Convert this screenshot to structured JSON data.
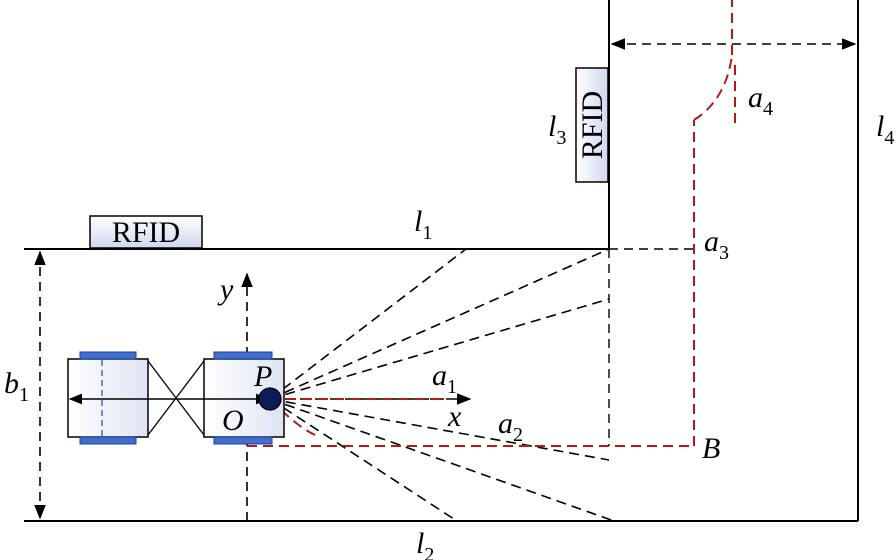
{
  "labels": {
    "rfid_horizontal": "RFID",
    "rfid_vertical": "RFID",
    "l1": {
      "base": "l",
      "sub": "1"
    },
    "l2": {
      "base": "l",
      "sub": "2"
    },
    "l3": {
      "base": "l",
      "sub": "3"
    },
    "l4": {
      "base": "l",
      "sub": "4"
    },
    "a1": {
      "base": "a",
      "sub": "1"
    },
    "a2": {
      "base": "a",
      "sub": "2"
    },
    "a3": {
      "base": "a",
      "sub": "3"
    },
    "a4": {
      "base": "a",
      "sub": "4"
    },
    "b1": {
      "base": "b",
      "sub": "1"
    },
    "point_P": "P",
    "point_O": "O",
    "point_B": "B",
    "axis_x": "x",
    "axis_y": "y"
  },
  "colors": {
    "line": "#000000",
    "path": "#b01c1c",
    "wheel": "#3f6fd1",
    "robot_center": "#0d1a5c",
    "rfid_fill_start": "#d7deef",
    "rfid_fill_end": "#ffffff"
  }
}
